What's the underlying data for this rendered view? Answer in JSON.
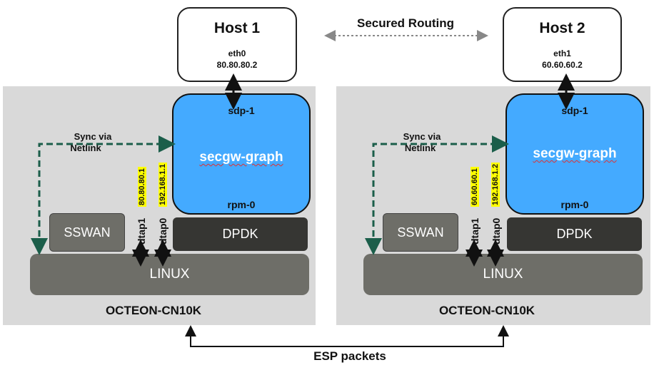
{
  "diagram": {
    "secured_routing_label": "Secured Routing",
    "esp_label": "ESP packets",
    "left": {
      "host_title": "Host 1",
      "host_if_name": "eth0",
      "host_if_ip": "80.80.80.2",
      "sdp": "sdp-1",
      "graph_title": "secgw-graph",
      "rpm": "rpm-0",
      "sync_line1": "Sync via",
      "sync_line2": "Netlink",
      "ip_dtap1": "80.80.80.1",
      "ip_dtap0": "192.168.1.1",
      "dtap1": "dtap1",
      "dtap0": "dtap0",
      "sswan": "SSWAN",
      "dpdk": "DPDK",
      "linux": "LINUX",
      "board": "OCTEON-CN10K"
    },
    "right": {
      "host_title": "Host 2",
      "host_if_name": "eth1",
      "host_if_ip": "60.60.60.2",
      "sdp": "sdp-1",
      "graph_title": "secgw-graph",
      "rpm": "rpm-0",
      "sync_line1": "Sync via",
      "sync_line2": "Netlink",
      "ip_dtap1": "60.60.60.1",
      "ip_dtap0": "192.168.1.2",
      "dtap1": "dtap1",
      "dtap0": "dtap0",
      "sswan": "SSWAN",
      "dpdk": "DPDK",
      "linux": "LINUX",
      "board": "OCTEON-CN10K"
    },
    "colors": {
      "panel": "#d9d9d9",
      "graph": "#44aaff",
      "sync_arrow": "#1b5e4a",
      "ip_highlight": "#ffff00",
      "dpdk": "#363633",
      "linux": "#6e6e68"
    }
  }
}
